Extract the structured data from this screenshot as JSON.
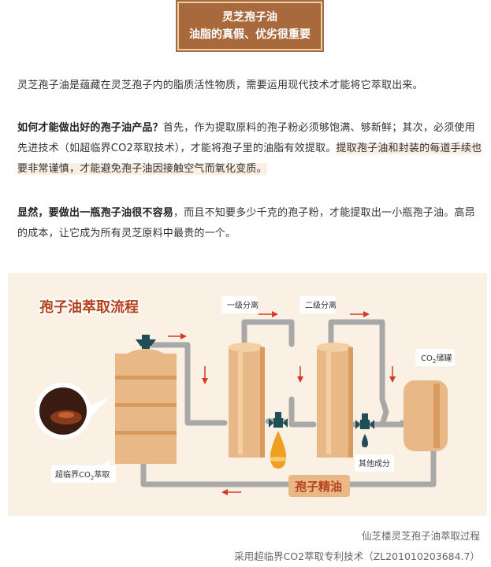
{
  "banner": {
    "line1": "灵芝孢子油",
    "line2": "油脂的真假、优劣很重要"
  },
  "paragraphs": {
    "p1": "灵芝孢子油是蕴藏在灵芝孢子内的脂质活性物质，需要运用现代技术才能将它萃取出来。",
    "p2_bold": "如何才能做出好的孢子油产品？",
    "p2_text": "首先，作为提取原料的孢子粉必须够饱满、够新鲜；其次，必须使用先进技术（如超临界CO2萃取技术），才能将孢子里的油脂有效提取。",
    "p2_highlight": "提取孢子油和封装的每道手续也要非常谨慎，才能避免孢子油因接触空气而氧化变质。",
    "p3_bold": "显然，要做出一瓶孢子油很不容易",
    "p3_text": "，而且不知要多少千克的孢子粉，才能提取出一小瓶孢子油。高昂的成本，让它成为所有灵芝原料中最贵的一个。"
  },
  "diagram": {
    "title": "孢子油萃取流程",
    "label_stage1": "一级分离",
    "label_stage2": "二级分离",
    "label_storage_prefix": "CO",
    "label_storage_sub": "2",
    "label_storage_suffix": "储罐",
    "label_reactor_prefix": "超临界CO",
    "label_reactor_sub": "2",
    "label_reactor_suffix": "萃取",
    "label_other": "其他成分",
    "label_product": "孢子精油",
    "colors": {
      "background": "#fbf0e4",
      "pipe": "#a8a8a8",
      "tank": "#e8b987",
      "tank_dark": "#d89a5e",
      "title": "#b5421c",
      "arrow": "#d23a2a",
      "valve": "#1e4f56",
      "oil": "#f0a020"
    }
  },
  "captions": {
    "line1": "仙芝楼灵芝孢子油萃取过程",
    "line2": "采用超临界CO2萃取专利技术（ZL201010203684.7）"
  }
}
